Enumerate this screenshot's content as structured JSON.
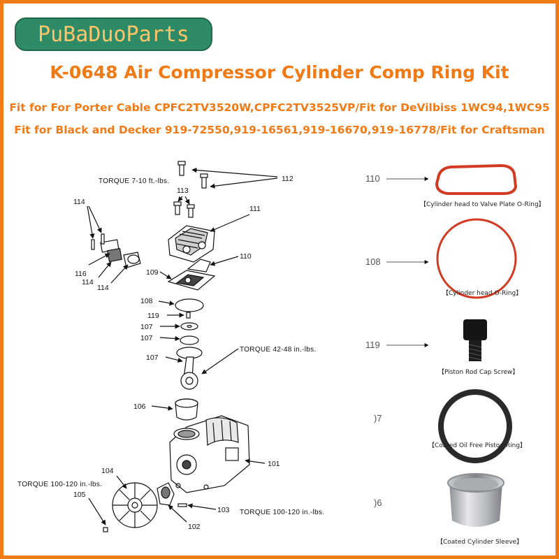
{
  "brand": {
    "name": "PuBaDuoParts",
    "bg_color": "#2f8a66",
    "text_color": "#ffc46a"
  },
  "colors": {
    "frame": "#f07a16",
    "headline": "#f07a16",
    "oring": "#d23a22"
  },
  "header": {
    "title": "K-0648 Air Compressor Cylinder Comp Ring Kit",
    "fit_line_1": "Fit for For Porter Cable CPFC2TV3520W,CPFC2TV3525VP/Fit for DeVilbiss 1WC94,1WC95",
    "fit_line_2": "Fit for Black and Decker 919-72550,919-16561,919-16670,919-16778/Fit for Craftsman"
  },
  "diagram": {
    "labels": {
      "n112": "112",
      "n113": "113",
      "n111": "111",
      "n114a": "114",
      "n114b": "114",
      "n114c": "114",
      "n116": "116",
      "n110": "110",
      "n109": "109",
      "n108": "108",
      "n119": "119",
      "n107a": "107",
      "n107b": "107",
      "n107c": "107",
      "n106": "106",
      "n101": "101",
      "n104": "104",
      "n105": "105",
      "n103": "103",
      "n102": "102"
    },
    "torque": {
      "head": "TORQUE  7-10 ft.-lbs.",
      "rod": "TORQUE  42-48 in.-lbs.",
      "fan": "TORQUE  100-120 in.-lbs.",
      "pulley": "TORQUE  100-120 in.-lbs."
    }
  },
  "parts": [
    {
      "number": "110",
      "caption": "【Cylinder head to Valve Plate O-Ring】",
      "icon": "oval-o-ring"
    },
    {
      "number": "108",
      "caption": "【Cylinder head O-Ring】",
      "icon": "round-o-ring"
    },
    {
      "number": "119",
      "caption": "【Piston Rod Cap Screw】",
      "icon": "socket-cap-screw"
    },
    {
      "number": ")7",
      "caption": "【Coated Oil Free Piston Ring】",
      "icon": "piston-ring"
    },
    {
      "number": ")6",
      "caption": "【Coated Cylinder Sleeve】",
      "icon": "cylinder-sleeve"
    }
  ]
}
